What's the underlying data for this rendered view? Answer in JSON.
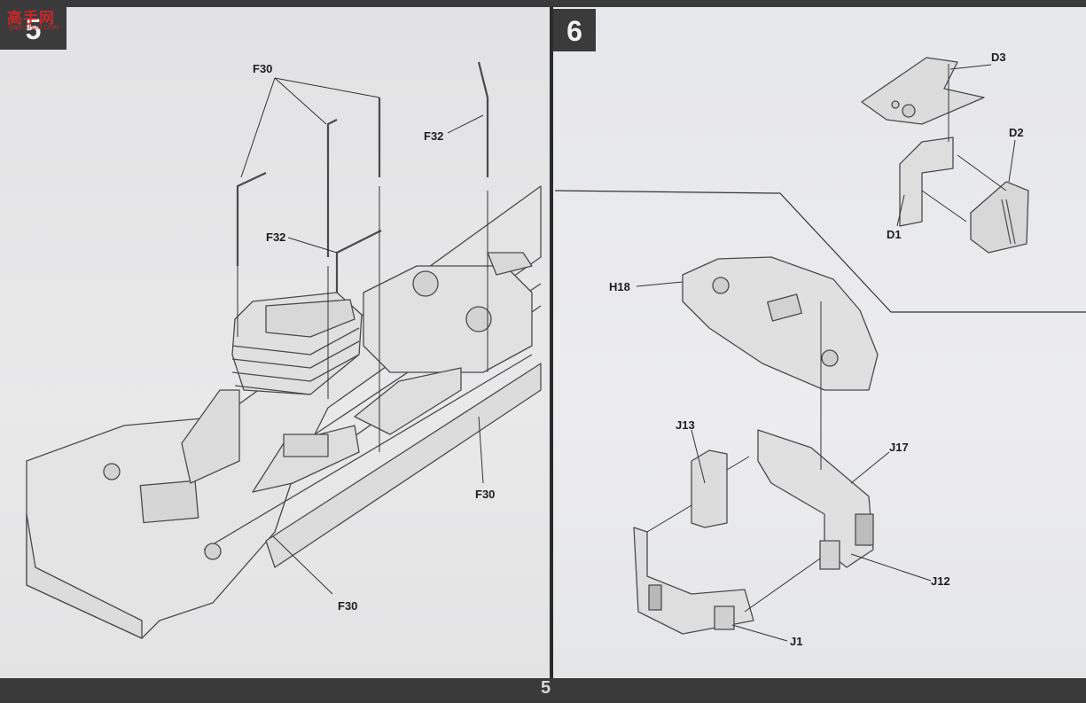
{
  "watermark": {
    "text": "高手网",
    "sub": "gao-shou.com"
  },
  "steps": {
    "left": "5",
    "right": "6"
  },
  "left_labels": {
    "f30_top": "F30",
    "f32_top": "F32",
    "f32_mid": "F32",
    "f30_right": "F30",
    "f30_bottom": "F30"
  },
  "right_labels": {
    "d3": "D3",
    "d2": "D2",
    "d1": "D1",
    "h18": "H18",
    "j13": "J13",
    "j17": "J17",
    "j12": "J12",
    "j1": "J1"
  },
  "page_number": "5"
}
